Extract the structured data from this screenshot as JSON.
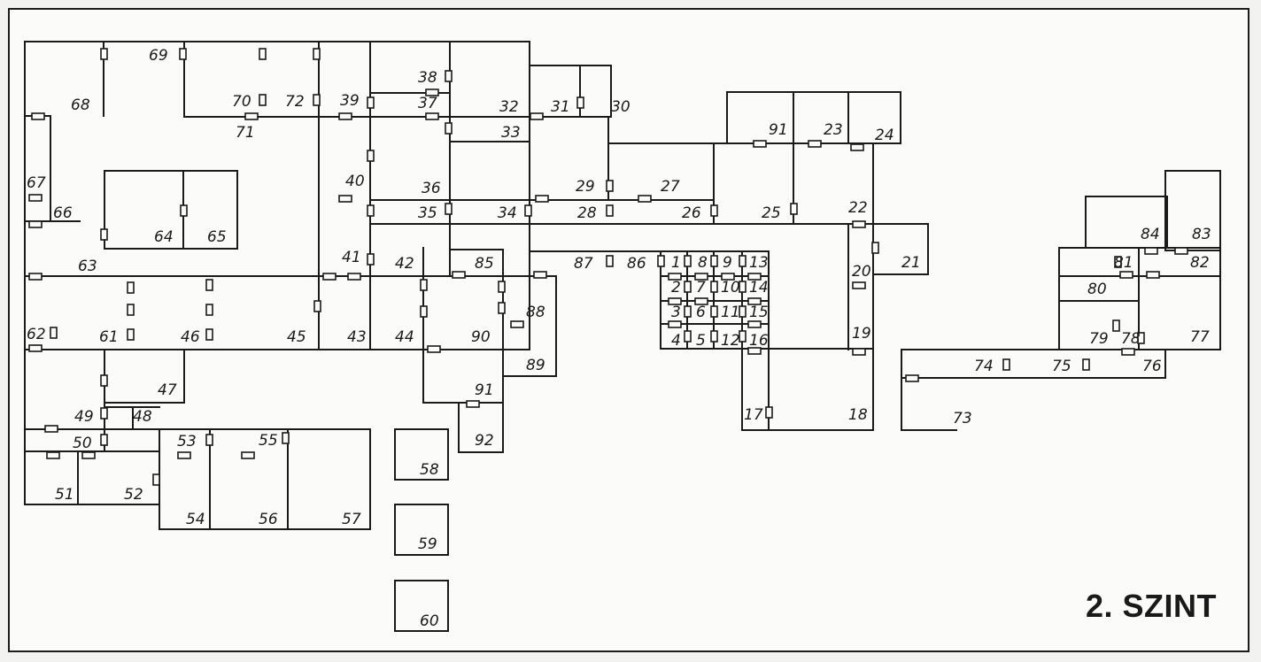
{
  "level_title": "2. SZINT",
  "rooms": [
    "1",
    "2",
    "3",
    "4",
    "5",
    "6",
    "7",
    "8",
    "9",
    "10",
    "11",
    "12",
    "13",
    "14",
    "15",
    "16",
    "17",
    "18",
    "19",
    "20",
    "21",
    "22",
    "23",
    "24",
    "25",
    "26",
    "27",
    "28",
    "29",
    "30",
    "31",
    "32",
    "33",
    "34",
    "35",
    "36",
    "37",
    "38",
    "39",
    "40",
    "41",
    "42",
    "43",
    "44",
    "45",
    "46",
    "47",
    "48",
    "49",
    "50",
    "51",
    "52",
    "53",
    "54",
    "55",
    "56",
    "57",
    "58",
    "59",
    "60",
    "61",
    "62",
    "63",
    "64",
    "65",
    "66",
    "67",
    "68",
    "69",
    "70",
    "71",
    "72",
    "73",
    "74",
    "75",
    "76",
    "77",
    "78",
    "79",
    "80",
    "81",
    "82",
    "83",
    "84",
    "85",
    "86",
    "87",
    "88",
    "89",
    "90",
    "91",
    "91",
    "92"
  ]
}
